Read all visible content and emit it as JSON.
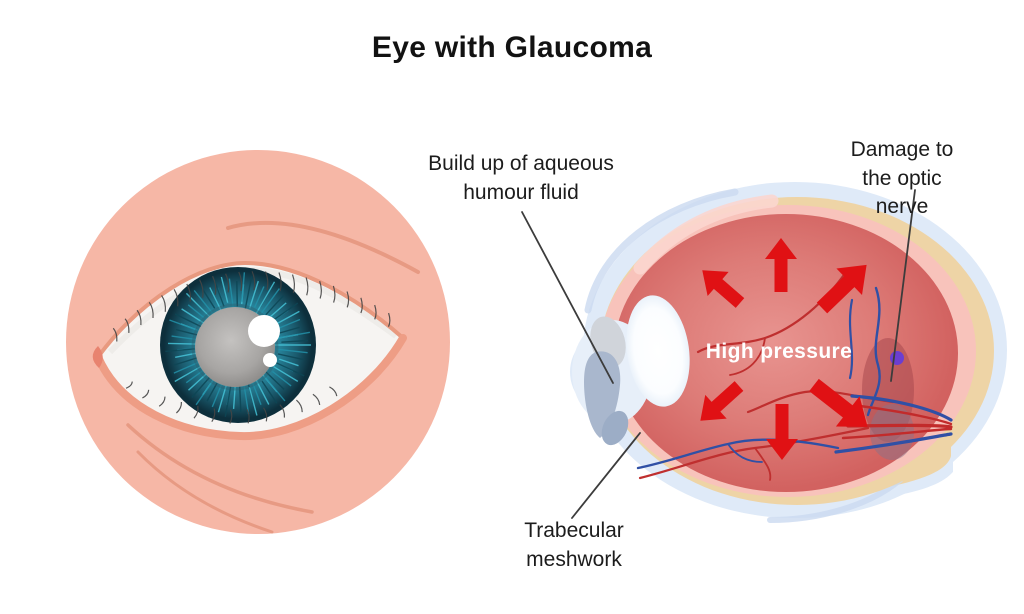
{
  "title": "Eye with Glaucoma",
  "labels": {
    "aqueous_humour": "Build up of aqueous\nhumour fluid",
    "optic_nerve_damage": "Damage to\nthe optic nerve",
    "high_pressure": "High pressure",
    "trabecular_meshwork": "Trabecular\nmeshwork"
  },
  "colors": {
    "background": "#ffffff",
    "title_text": "#121212",
    "label_text": "#1c1c1c",
    "leader_line": "#3c3c3c",
    "skin_pink": "#f6b7a6",
    "eyelid_line": "#e79a83",
    "sclera_white": "#f6f4f2",
    "iris_teal": "#2391a9",
    "iris_dark": "#0d2f3c",
    "pupil_gray": "#a7a5a3",
    "highlight_white": "#ffffff",
    "eyeball_outer_blue": "#dfeaf8",
    "choroid_tan": "#eed4a6",
    "retina_pink": "#f8c3bb",
    "vitreous_red": "#d5605f",
    "arrow_red": "#e01114",
    "vessel_red": "#bf2f2f",
    "vessel_blue": "#3050a5",
    "optic_damage_purple": "#6b3ed1",
    "pressure_text": "#ffffff"
  }
}
